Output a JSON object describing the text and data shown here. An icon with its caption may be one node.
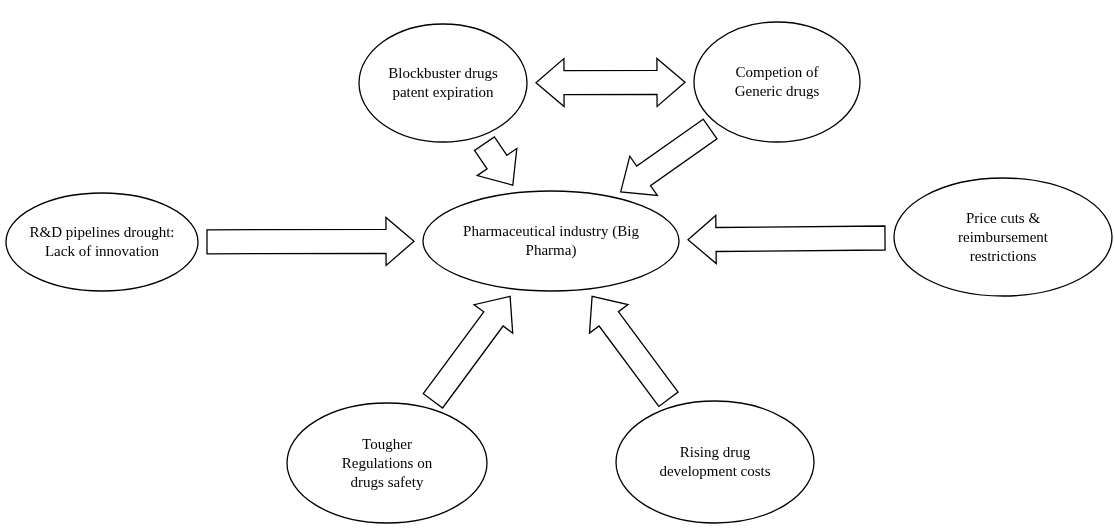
{
  "diagram": {
    "nodes": [
      {
        "text": [
          "Blockbuster drugs patent expiration"
        ]
      },
      {
        "text": [
          "Competion of Generic drugs"
        ]
      },
      {
        "text": [
          "R&D pipelines drought: Lack of innovation"
        ]
      },
      {
        "text": [
          "Pharmaceutical industry (Big Pharma)"
        ]
      },
      {
        "text": [
          "Price cuts & reimbursement restrictions"
        ]
      },
      {
        "text": [
          "Tougher Regulations on drugs safety"
        ]
      },
      {
        "text": [
          "Rising drug development costs"
        ]
      }
    ],
    "edges": [
      {
        "from": 0,
        "to": 1,
        "arrow": "both"
      },
      {
        "from": 0,
        "to": 3,
        "arrow": "to"
      },
      {
        "from": 1,
        "to": 3,
        "arrow": "to"
      },
      {
        "from": 2,
        "to": 3,
        "arrow": "to"
      },
      {
        "from": 4,
        "to": 3,
        "arrow": "to"
      },
      {
        "from": 5,
        "to": 3,
        "arrow": "to"
      },
      {
        "from": 6,
        "to": 3,
        "arrow": "to"
      }
    ]
  }
}
